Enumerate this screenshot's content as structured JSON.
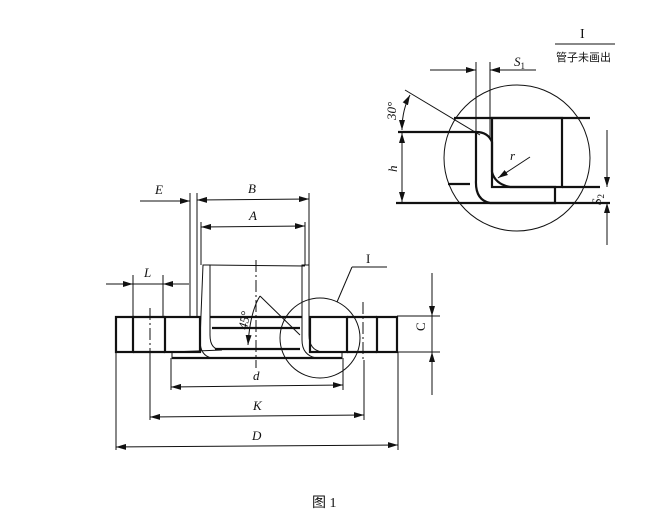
{
  "figure": {
    "caption": "图 1",
    "main_view": {
      "labels": {
        "E": "E",
        "B": "B",
        "A": "A",
        "L": "L",
        "d": "d",
        "K": "K",
        "D": "D",
        "C": "C",
        "angle": "45°",
        "detail_ref": "I"
      }
    },
    "detail_view": {
      "title": "I",
      "note": "管子未画出",
      "labels": {
        "S1": "S",
        "S1_sub": "1",
        "S2": "S",
        "S2_sub": "2",
        "h": "h",
        "r": "r",
        "angle": "30°"
      }
    }
  }
}
